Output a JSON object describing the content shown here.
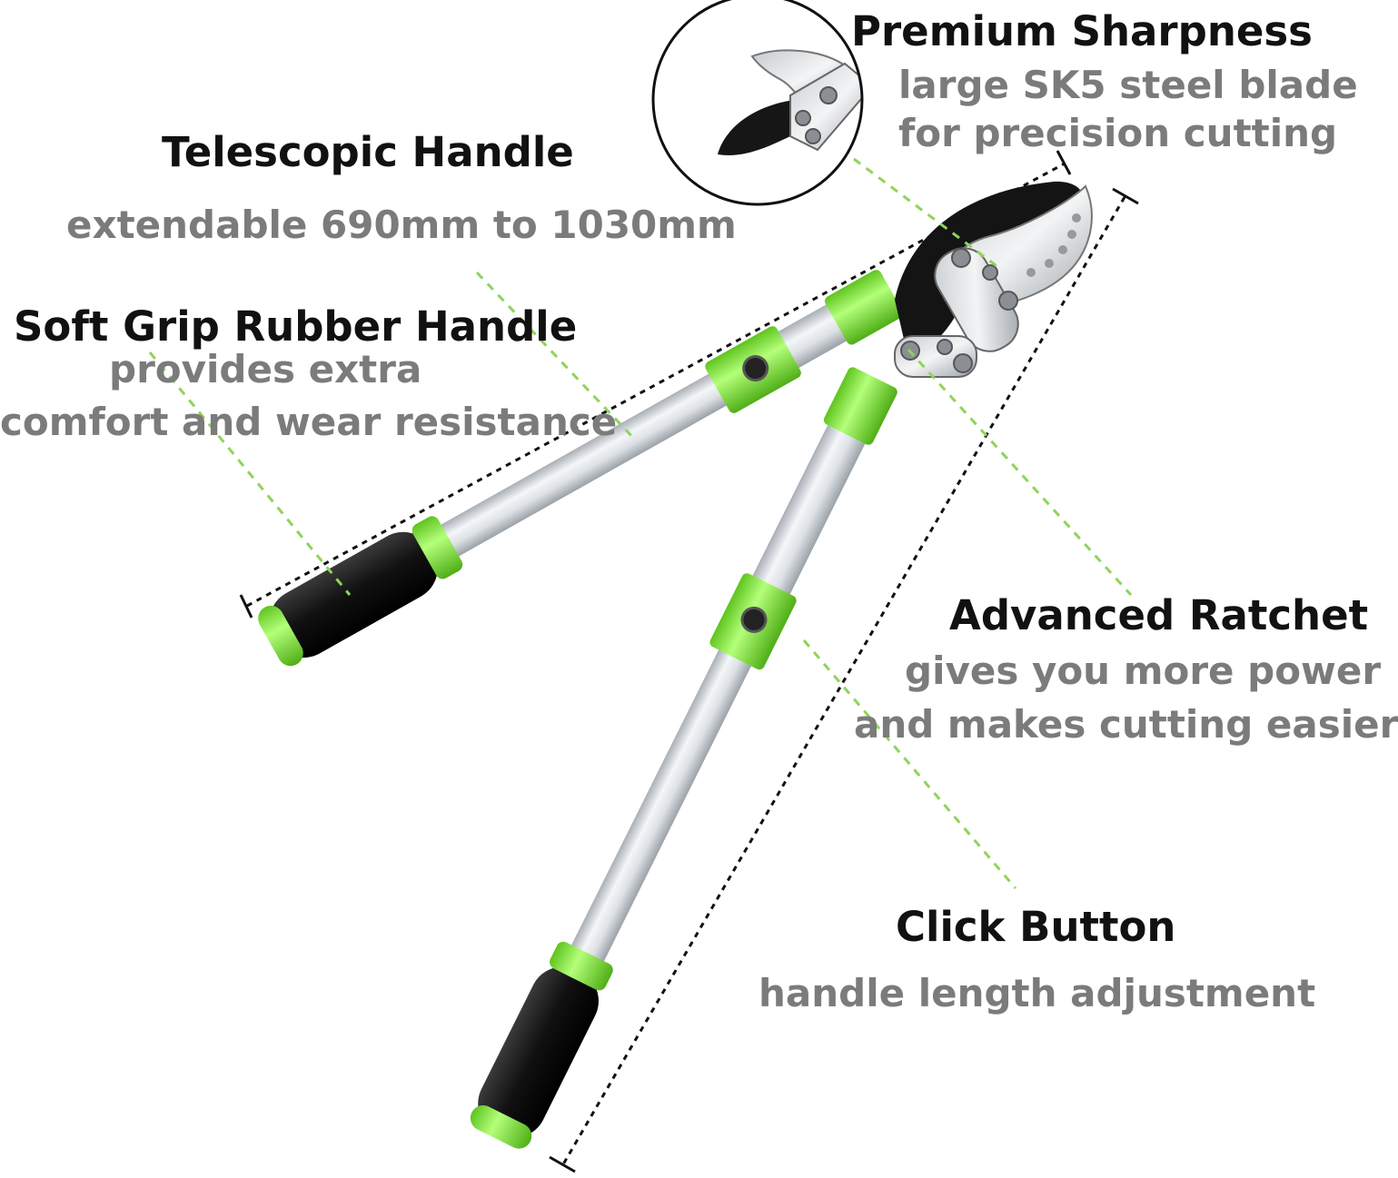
{
  "colors": {
    "accent_green": "#8ef04a",
    "leader_green": "#8fd45a",
    "rubber_black": "#1c1c1c",
    "aluminum": "#d9dde2",
    "title_text": "#111111",
    "sub_text": "#7b7b7b"
  },
  "features": {
    "sharpness": {
      "title": "Premium Sharpness",
      "line1": "large SK5 steel blade",
      "line2": "for precision cutting"
    },
    "telescopic": {
      "title": "Telescopic Handle",
      "line1": "extendable 690mm to 1030mm"
    },
    "grip": {
      "title": "Soft Grip Rubber Handle",
      "line1": "provides extra",
      "line2": "comfort and wear resistance"
    },
    "ratchet": {
      "title": "Advanced Ratchet",
      "line1": "gives you more power",
      "line2": "and makes cutting easier"
    },
    "click": {
      "title": "Click Button",
      "line1": "handle length adjustment"
    }
  }
}
